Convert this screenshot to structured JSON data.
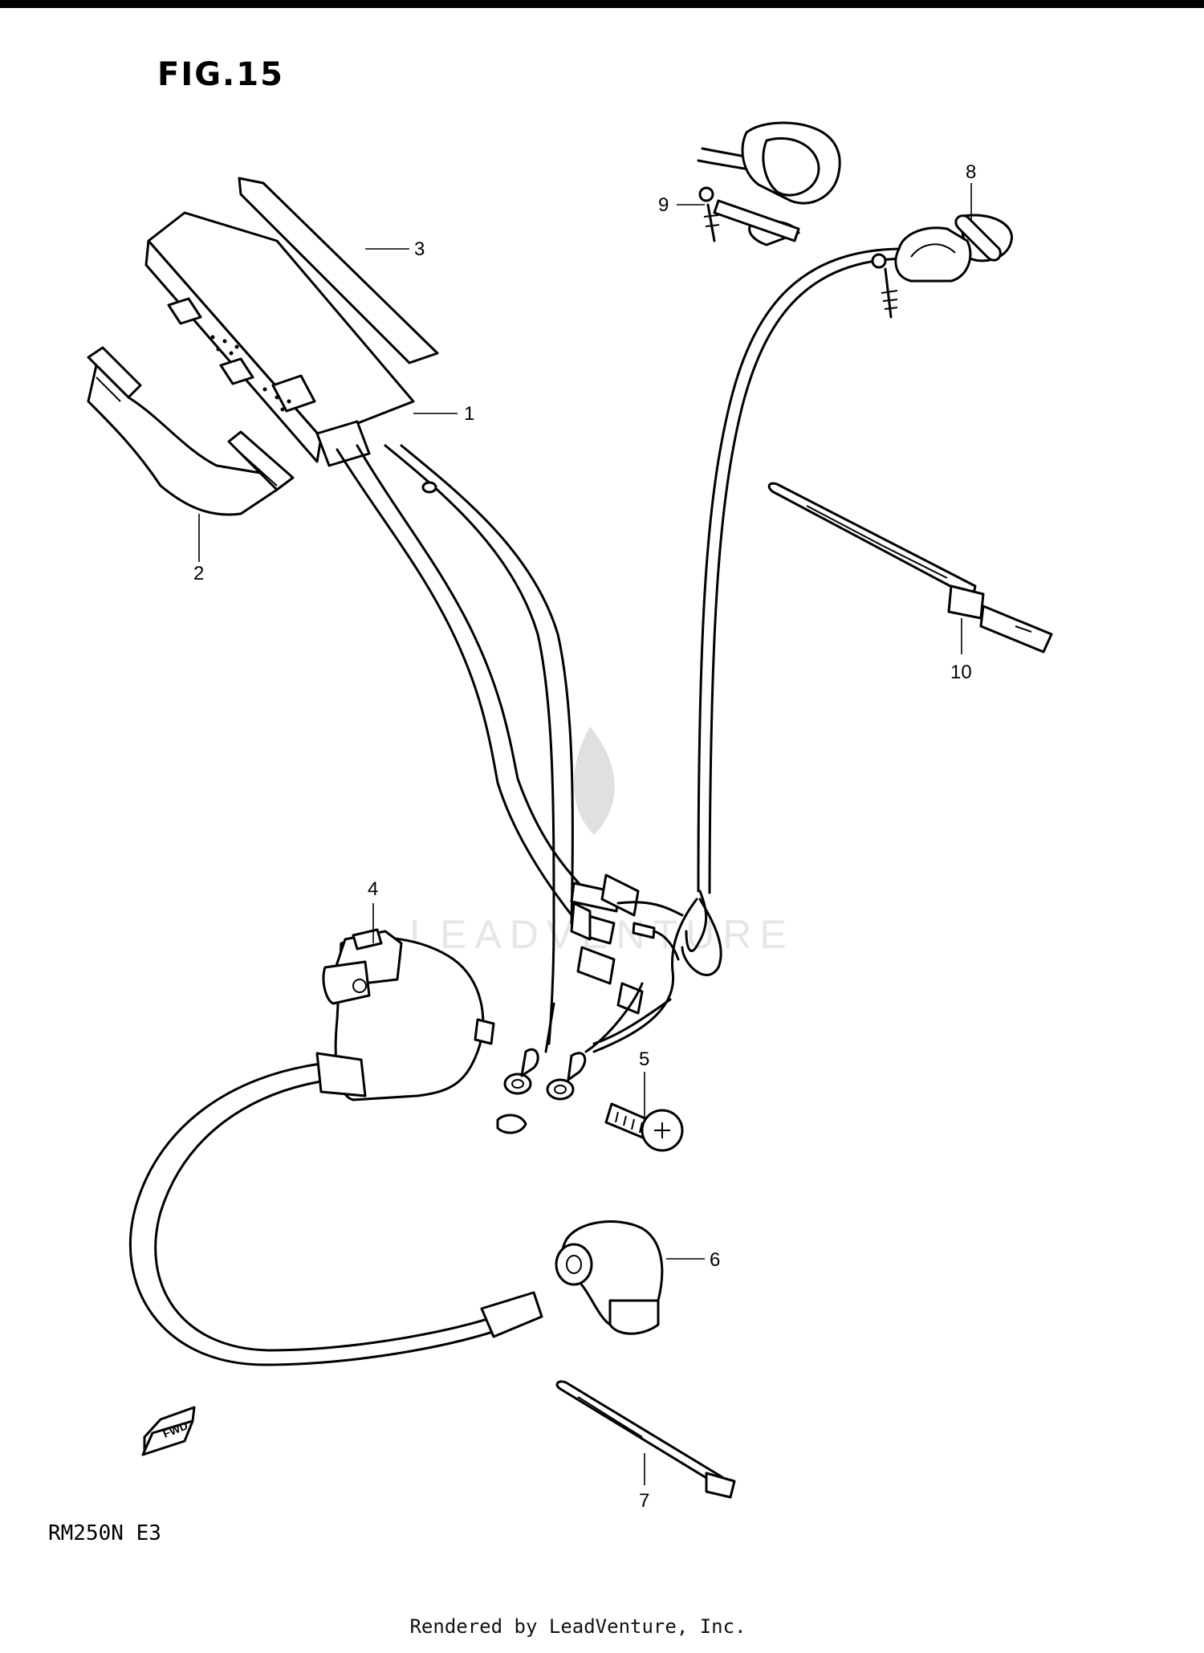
{
  "figure": {
    "title": "FIG.15"
  },
  "model": {
    "code": "RM250N  E3"
  },
  "footer": {
    "text": "Rendered by LeadVenture, Inc."
  },
  "watermark": {
    "text": "LEADVENTURE"
  },
  "fwd_arrow": {
    "label": "FWD"
  },
  "callouts": [
    {
      "label": "1"
    },
    {
      "label": "2"
    },
    {
      "label": "3"
    },
    {
      "label": "4"
    },
    {
      "label": "5"
    },
    {
      "label": "6"
    },
    {
      "label": "7"
    },
    {
      "label": "8"
    },
    {
      "label": "9"
    },
    {
      "label": "10"
    }
  ]
}
